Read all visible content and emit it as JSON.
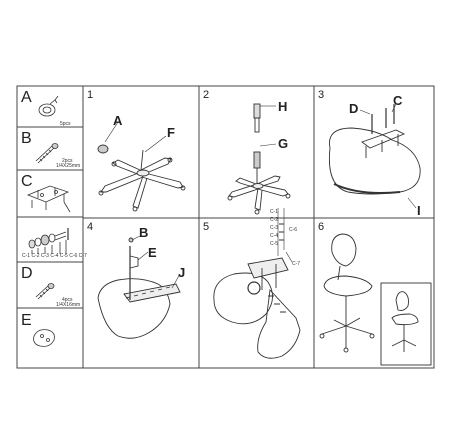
{
  "parts": [
    {
      "letter": "A",
      "qty": "5pcs"
    },
    {
      "letter": "B",
      "qty": "2pcs",
      "size": "1/4X25mm"
    },
    {
      "letter": "C",
      "qty": "",
      "size": ""
    },
    {
      "letter": "",
      "seq": "C-1 C-2 C-3 C-4 C-5 C-6 C-7"
    },
    {
      "letter": "D",
      "qty": "4pcs",
      "size": "1/4X16mm"
    },
    {
      "letter": "E",
      "qty": ""
    }
  ],
  "steps": [
    {
      "number": "1",
      "callouts": [
        "A",
        "F"
      ]
    },
    {
      "number": "2",
      "callouts": [
        "H",
        "G"
      ]
    },
    {
      "number": "3",
      "callouts": [
        "D",
        "C",
        "I"
      ]
    },
    {
      "number": "4",
      "callouts": [
        "B",
        "E",
        "J"
      ]
    },
    {
      "number": "5",
      "callouts": [
        "C-1",
        "C-2",
        "C-3",
        "C-4",
        "C-5",
        "C-6",
        "C-7"
      ]
    },
    {
      "number": "6",
      "callouts": []
    }
  ],
  "colors": {
    "line": "#333333",
    "border": "#444444",
    "shade": "#bbbbbb"
  }
}
